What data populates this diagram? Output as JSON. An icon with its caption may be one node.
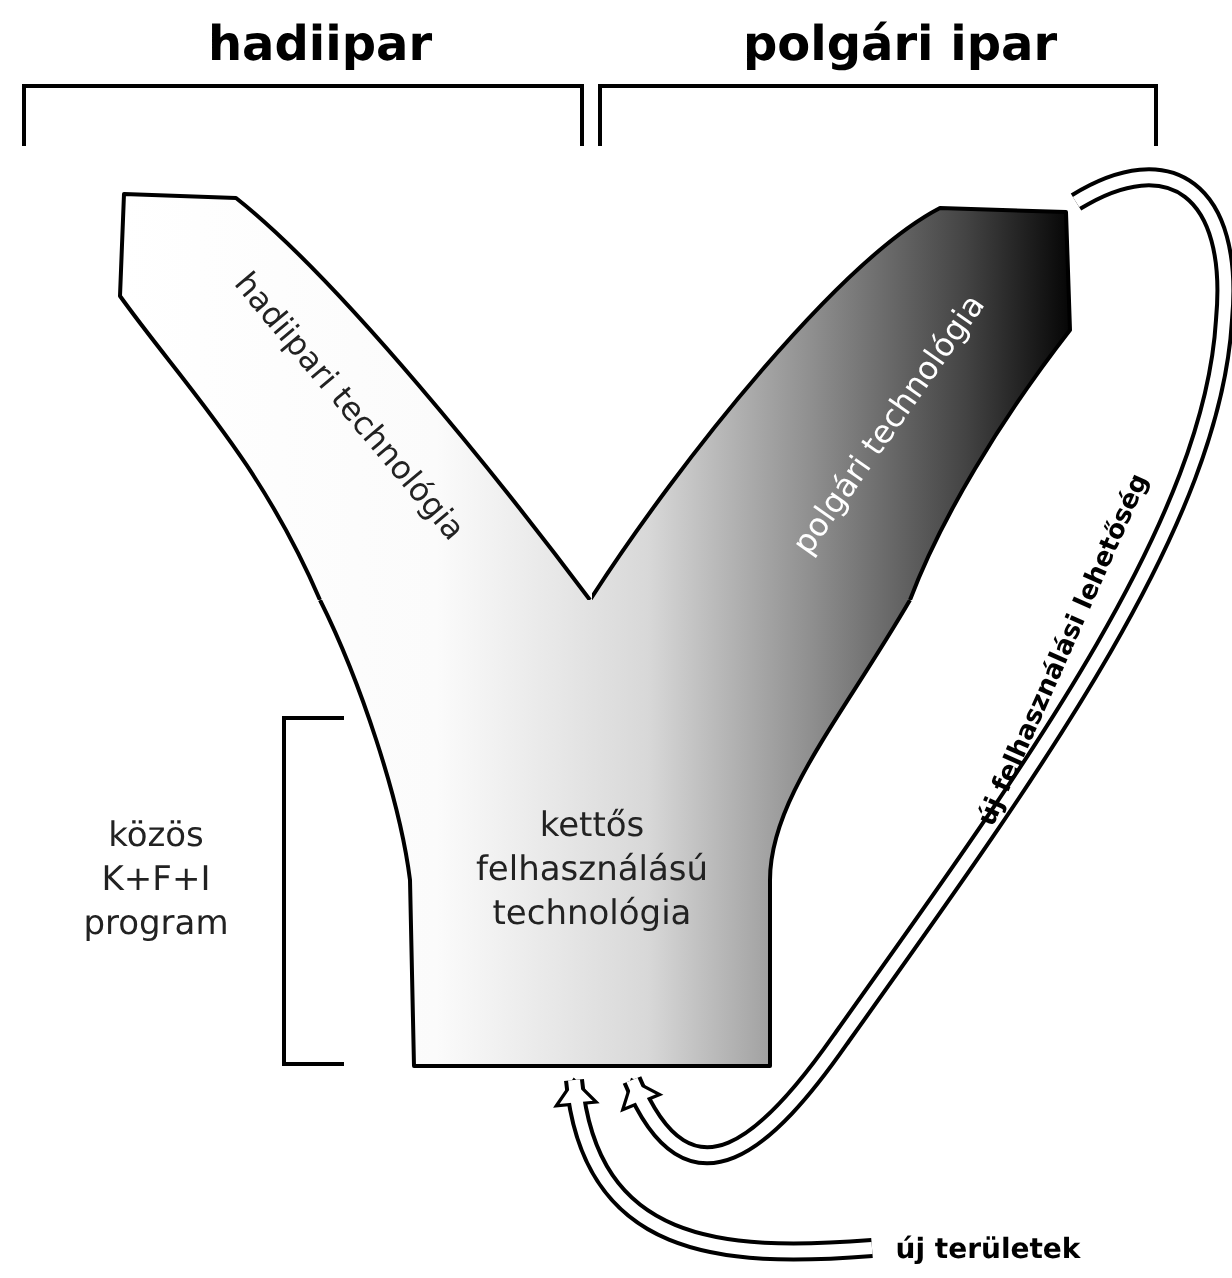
{
  "diagram": {
    "nodes": [
      {
        "text": [
          "hadiipari technológia"
        ]
      },
      {
        "text": [
          "polgári technológia"
        ]
      },
      {
        "text": [
          "kettős felhasználású technológia"
        ]
      },
      {
        "text": [
          "új területek"
        ]
      }
    ],
    "edges": [
      {
        "from": 1,
        "to": 2,
        "arrow": "to",
        "label": "új felhasználási lehetőség"
      },
      {
        "from": 3,
        "to": 2,
        "arrow": "to"
      }
    ],
    "labels": [
      "hadiipar",
      "polgári ipar",
      "közös K+F+I program"
    ]
  }
}
